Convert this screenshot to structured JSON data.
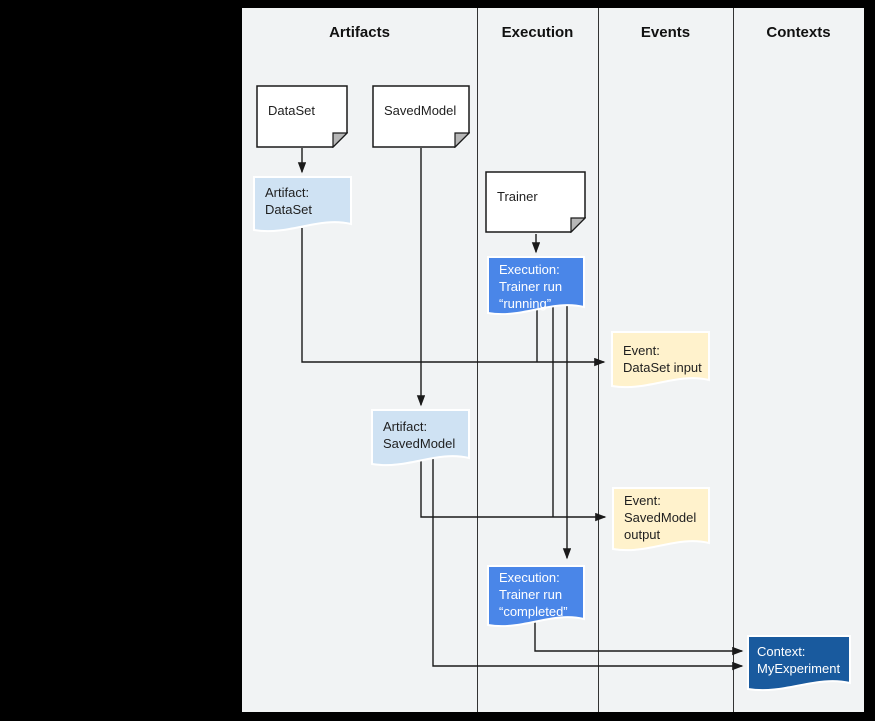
{
  "columns": [
    {
      "label": "Artifacts"
    },
    {
      "label": "Execution"
    },
    {
      "label": "Events"
    },
    {
      "label": "Contexts"
    }
  ],
  "colors": {
    "artifact_fill": "#cfe2f3",
    "execution_fill": "#4a86e8",
    "event_fill": "#fff2cc",
    "context_fill": "#195a9e",
    "source_fill": "#ffffff",
    "canvas_bg": "#f1f3f4",
    "page_bg": "#000000"
  },
  "nodes": {
    "dataset": {
      "label": "DataSet"
    },
    "savedmodel": {
      "label": "SavedModel"
    },
    "trainer": {
      "label": "Trainer"
    },
    "artifact_dataset": {
      "label": "Artifact:\nDataSet"
    },
    "execution_running": {
      "label": "Execution:\nTrainer run\n“running”"
    },
    "event_dataset_input": {
      "label": "Event:\nDataSet input"
    },
    "artifact_savedmodel": {
      "label": "Artifact:\nSavedModel"
    },
    "event_savedmodel_output": {
      "label": "Event:\nSavedModel\noutput"
    },
    "execution_completed": {
      "label": "Execution:\nTrainer run\n“completed”"
    },
    "context_myexperiment": {
      "label": "Context:\nMyExperiment"
    }
  },
  "edges": [
    {
      "from": "DataSet",
      "to": "Artifact: DataSet"
    },
    {
      "from": "SavedModel",
      "to": "Artifact: SavedModel"
    },
    {
      "from": "Trainer",
      "to": "Execution: Trainer run “running”"
    },
    {
      "from": "Artifact: DataSet",
      "to": "Event: DataSet input"
    },
    {
      "from": "Execution: Trainer run “running”",
      "to": "Event: DataSet input"
    },
    {
      "from": "Execution: Trainer run “running”",
      "to": "Event: SavedModel output"
    },
    {
      "from": "Execution: Trainer run “running”",
      "to": "Execution: Trainer run “completed”"
    },
    {
      "from": "Artifact: SavedModel",
      "to": "Event: SavedModel output"
    },
    {
      "from": "Artifact: SavedModel",
      "to": "Context: MyExperiment"
    },
    {
      "from": "Execution: Trainer run “completed”",
      "to": "Context: MyExperiment"
    }
  ]
}
